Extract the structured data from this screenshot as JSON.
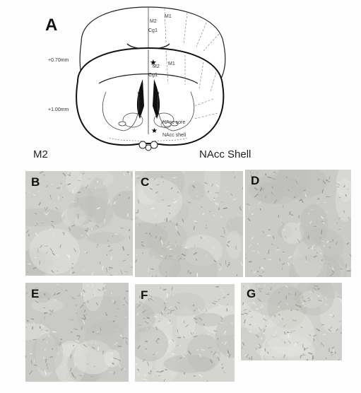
{
  "panel_a": {
    "letter": "A",
    "depth_top": "+0.70mm",
    "depth_bottom": "+1.00mm",
    "regions": {
      "m1_top": "M1",
      "m2_top": "M2",
      "cg1_top": "Cg1",
      "m1_bottom": "M1",
      "m2_bottom": "M2",
      "cg1_bottom": "Cg1",
      "nacc_core": "NAcc core",
      "nacc_shell": "NAcc shell"
    }
  },
  "captions": {
    "left": "M2",
    "right": "NAcc Shell"
  },
  "micrographs": [
    {
      "letter": "B",
      "tone": "#cfcfcc"
    },
    {
      "letter": "C",
      "tone": "#cdcdca"
    },
    {
      "letter": "D",
      "tone": "#cacac6"
    },
    {
      "letter": "E",
      "tone": "#c9c9c5"
    },
    {
      "letter": "F",
      "tone": "#d4d4d1"
    },
    {
      "letter": "G",
      "tone": "#cfcfcc"
    }
  ]
}
